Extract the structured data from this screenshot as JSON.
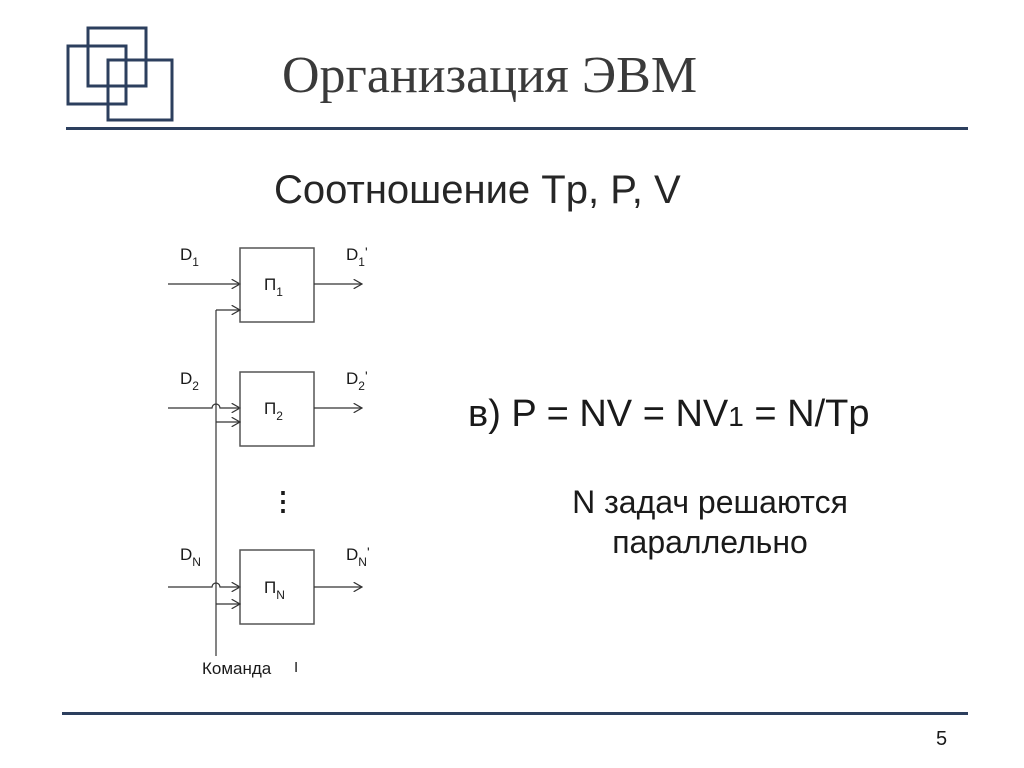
{
  "slide": {
    "title": "Организация ЭВМ",
    "subtitle": "Соотношение Tp, P, V",
    "page_number": "5"
  },
  "diagram": {
    "inputs": [
      {
        "main": "D",
        "sub": "1"
      },
      {
        "main": "D",
        "sub": "2"
      },
      {
        "main": "D",
        "sub": "N"
      }
    ],
    "outputs": [
      {
        "main": "D",
        "sub": "1",
        "suffix": "'"
      },
      {
        "main": "D",
        "sub": "2",
        "suffix": "'"
      },
      {
        "main": "D",
        "sub": "N",
        "suffix": "'"
      }
    ],
    "processors": [
      {
        "main": "П",
        "sub": "1"
      },
      {
        "main": "П",
        "sub": "2"
      },
      {
        "main": "П",
        "sub": "N"
      }
    ],
    "ellipsis": "⋮",
    "command_label": "Команда",
    "command_mark": "I"
  },
  "formula": {
    "prefix": "в",
    "body_before": ") P = NV = NV",
    "sub": "1",
    "body_after": " = N/Tp"
  },
  "note": {
    "line1": "N задач решаются",
    "line2": "параллельно"
  },
  "colors": {
    "accent": "#2c3f5e",
    "box_border": "#555555",
    "line": "#333333"
  }
}
